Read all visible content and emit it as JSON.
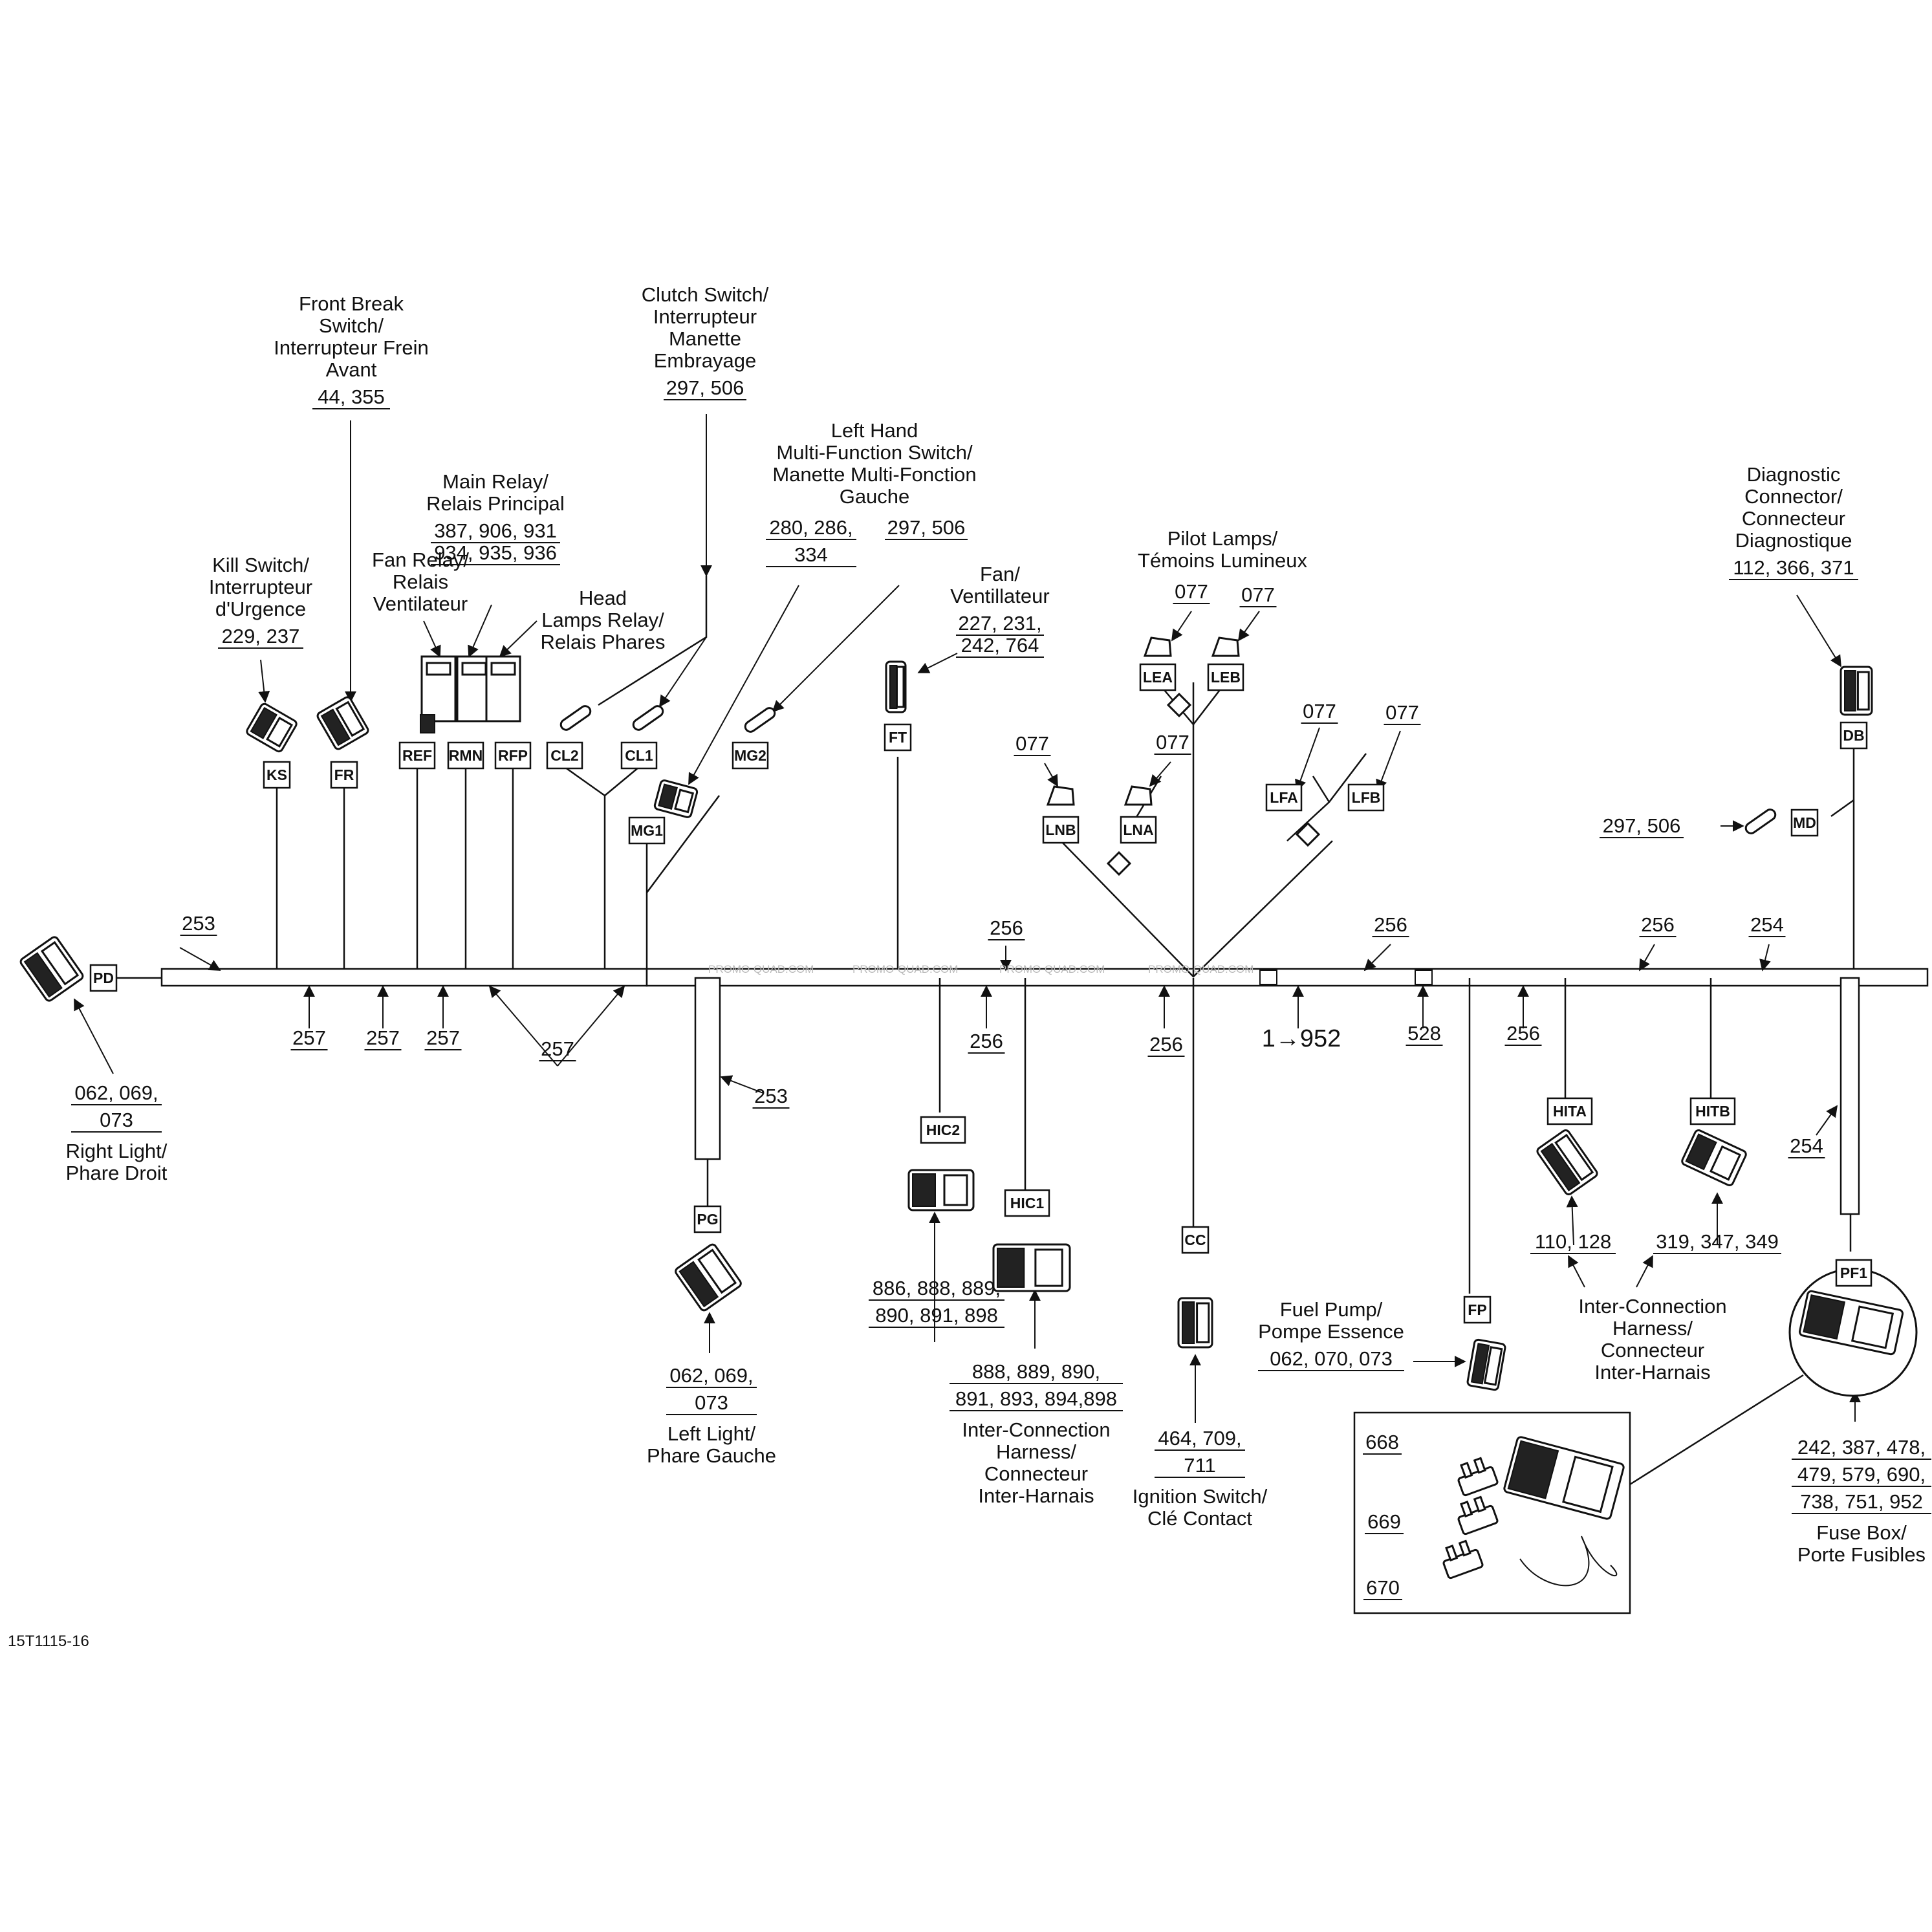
{
  "drawing_number": "15T1115-16",
  "connector_tags": [
    "PD",
    "KS",
    "FR",
    "REF",
    "RMN",
    "RFP",
    "CL2",
    "CL1",
    "MG1",
    "MG2",
    "FT",
    "LEA",
    "LEB",
    "LNB",
    "LNA",
    "LFA",
    "LFB",
    "DB",
    "MD",
    "HIC2",
    "HIC1",
    "PG",
    "CC",
    "FP",
    "HITA",
    "HITB",
    "PF1"
  ],
  "callouts": [
    {
      "id": "front-break",
      "lines": [
        "Front Break",
        "Switch/",
        "Interrupteur Frein",
        "Avant"
      ],
      "refs": [
        "44, 355"
      ]
    },
    {
      "id": "clutch",
      "lines": [
        "Clutch Switch/",
        "Interrupteur",
        "Manette",
        "Embrayage"
      ],
      "refs": [
        "297, 506"
      ]
    },
    {
      "id": "lh-switch",
      "lines": [
        "Left Hand",
        "Multi-Function Switch/",
        "Manette Multi-Fonction",
        "Gauche"
      ],
      "refs": []
    },
    {
      "id": "lh-refs-a",
      "lines": [],
      "refs": [
        "280, 286,",
        "334"
      ]
    },
    {
      "id": "lh-refs-b",
      "lines": [],
      "refs": [
        "297, 506"
      ]
    },
    {
      "id": "main-relay",
      "lines": [
        "Main Relay/",
        "Relais Principal"
      ],
      "refs": [
        "387, 906, 931",
        "934, 935, 936"
      ]
    },
    {
      "id": "fan-relay",
      "lines": [
        "Fan Relay/",
        "Relais",
        "Ventilateur"
      ],
      "refs": []
    },
    {
      "id": "head-relay",
      "lines": [
        "Head",
        "Lamps Relay/",
        "Relais Phares"
      ],
      "refs": []
    },
    {
      "id": "kill",
      "lines": [
        "Kill Switch/",
        "Interrupteur",
        "d'Urgence"
      ],
      "refs": [
        "229, 237"
      ]
    },
    {
      "id": "fan",
      "lines": [
        "Fan/",
        "Ventillateur"
      ],
      "refs": [
        "227, 231,",
        "242, 764"
      ]
    },
    {
      "id": "pilot",
      "lines": [
        "Pilot Lamps/",
        "Témoins Lumineux"
      ],
      "refs": []
    },
    {
      "id": "diag",
      "lines": [
        "Diagnostic",
        "Connector/",
        "Connecteur",
        "Diagnostique"
      ],
      "refs": [
        "112, 366, 371"
      ]
    },
    {
      "id": "right-light",
      "lines": [
        "Right Light/",
        "Phare Droit"
      ],
      "refs": [
        "062, 069,",
        "073"
      ]
    },
    {
      "id": "left-light",
      "lines": [
        "Left Light/",
        "Phare Gauche"
      ],
      "refs": [
        "062, 069,",
        "073"
      ]
    },
    {
      "id": "hic2",
      "lines": [],
      "refs": [
        "886, 888, 889,",
        "890, 891, 898"
      ]
    },
    {
      "id": "hic1",
      "lines": [
        "Inter-Connection",
        "Harness/",
        "Connecteur",
        "Inter-Harnais"
      ],
      "refs": [
        "888, 889, 890,",
        "891, 893, 894,898"
      ]
    },
    {
      "id": "ignition",
      "lines": [
        "Ignition Switch/",
        "Clé Contact"
      ],
      "refs": [
        "464, 709,",
        "711"
      ]
    },
    {
      "id": "fuel-pump",
      "lines": [
        "Fuel Pump/",
        "Pompe Essence"
      ],
      "refs": [
        "062, 070, 073"
      ]
    },
    {
      "id": "inter-harness",
      "lines": [
        "Inter-Connection",
        "Harness/",
        "Connecteur",
        "Inter-Harnais"
      ],
      "refs": []
    },
    {
      "id": "hita",
      "lines": [],
      "refs": [
        "110, 128"
      ]
    },
    {
      "id": "hitb",
      "lines": [],
      "refs": [
        "319, 347, 349"
      ]
    },
    {
      "id": "fuse-box",
      "lines": [
        "Fuse Box/",
        "Porte Fusibles"
      ],
      "refs": [
        "242, 387, 478,",
        "479, 579, 690,",
        "738, 751, 952"
      ]
    },
    {
      "id": "md-ref",
      "lines": [],
      "refs": [
        "297, 506"
      ]
    }
  ],
  "part_numbers": {
    "p253a": "253",
    "p257a": "257",
    "p257b": "257",
    "p257c": "257",
    "p257d": "257",
    "p253b": "253",
    "p256a": "256",
    "p256b": "256",
    "p256c": "256",
    "p256d": "256",
    "p256e": "256",
    "p256f": "256",
    "p254a": "254",
    "p254b": "254",
    "p528": "528",
    "p952": "1→952",
    "l077a": "077",
    "l077b": "077",
    "l077c": "077",
    "l077d": "077",
    "l077e": "077",
    "l077f": "077",
    "f668": "668",
    "f669": "669",
    "f670": "670"
  },
  "watermark": "PROMO-QUAD.COM"
}
